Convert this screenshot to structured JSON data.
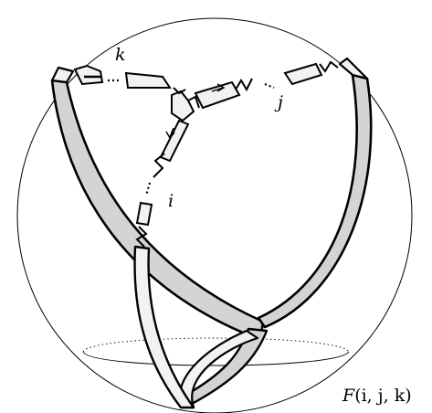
{
  "diagram": {
    "labels": {
      "i": "i",
      "j": "j",
      "k": "k"
    },
    "caption": {
      "F": "F",
      "args": "(i, j, k)"
    },
    "colors": {
      "stroke": "#000000",
      "band_dark": "#d4d4d4",
      "band_light": "#f2f2f2",
      "background": "#ffffff"
    }
  }
}
